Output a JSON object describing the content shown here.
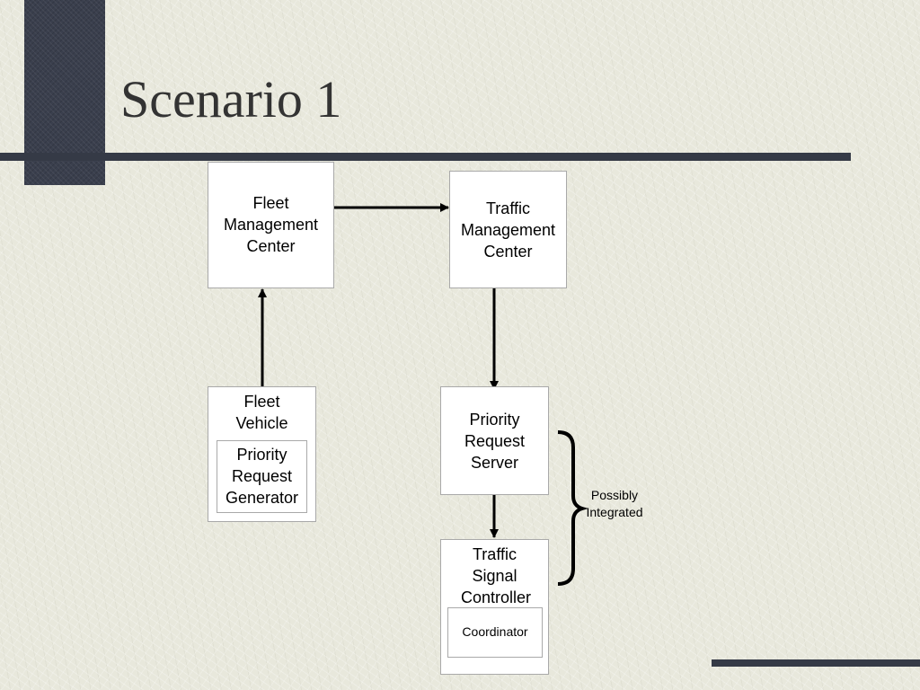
{
  "slide": {
    "title": "Scenario 1"
  },
  "nodes": {
    "fleet_management_center": "Fleet Management Center",
    "traffic_management_center": "Traffic Management Center",
    "fleet_vehicle": "Fleet Vehicle",
    "priority_request_generator": "Priority Request Generator",
    "priority_request_server": "Priority Request Server",
    "traffic_signal_controller": "Traffic Signal Controller",
    "coordinator": "Coordinator"
  },
  "annotations": {
    "brace_label": "Possibly Integrated"
  },
  "edges": [
    {
      "from": "fleet_management_center",
      "to": "traffic_management_center"
    },
    {
      "from": "fleet_vehicle",
      "to": "fleet_management_center"
    },
    {
      "from": "traffic_management_center",
      "to": "priority_request_server"
    },
    {
      "from": "priority_request_server",
      "to": "traffic_signal_controller"
    }
  ],
  "colors": {
    "accent_dark": "#353a46",
    "box_fill": "#ffffff",
    "box_border": "#a9a9a9",
    "arrow": "#000000"
  }
}
